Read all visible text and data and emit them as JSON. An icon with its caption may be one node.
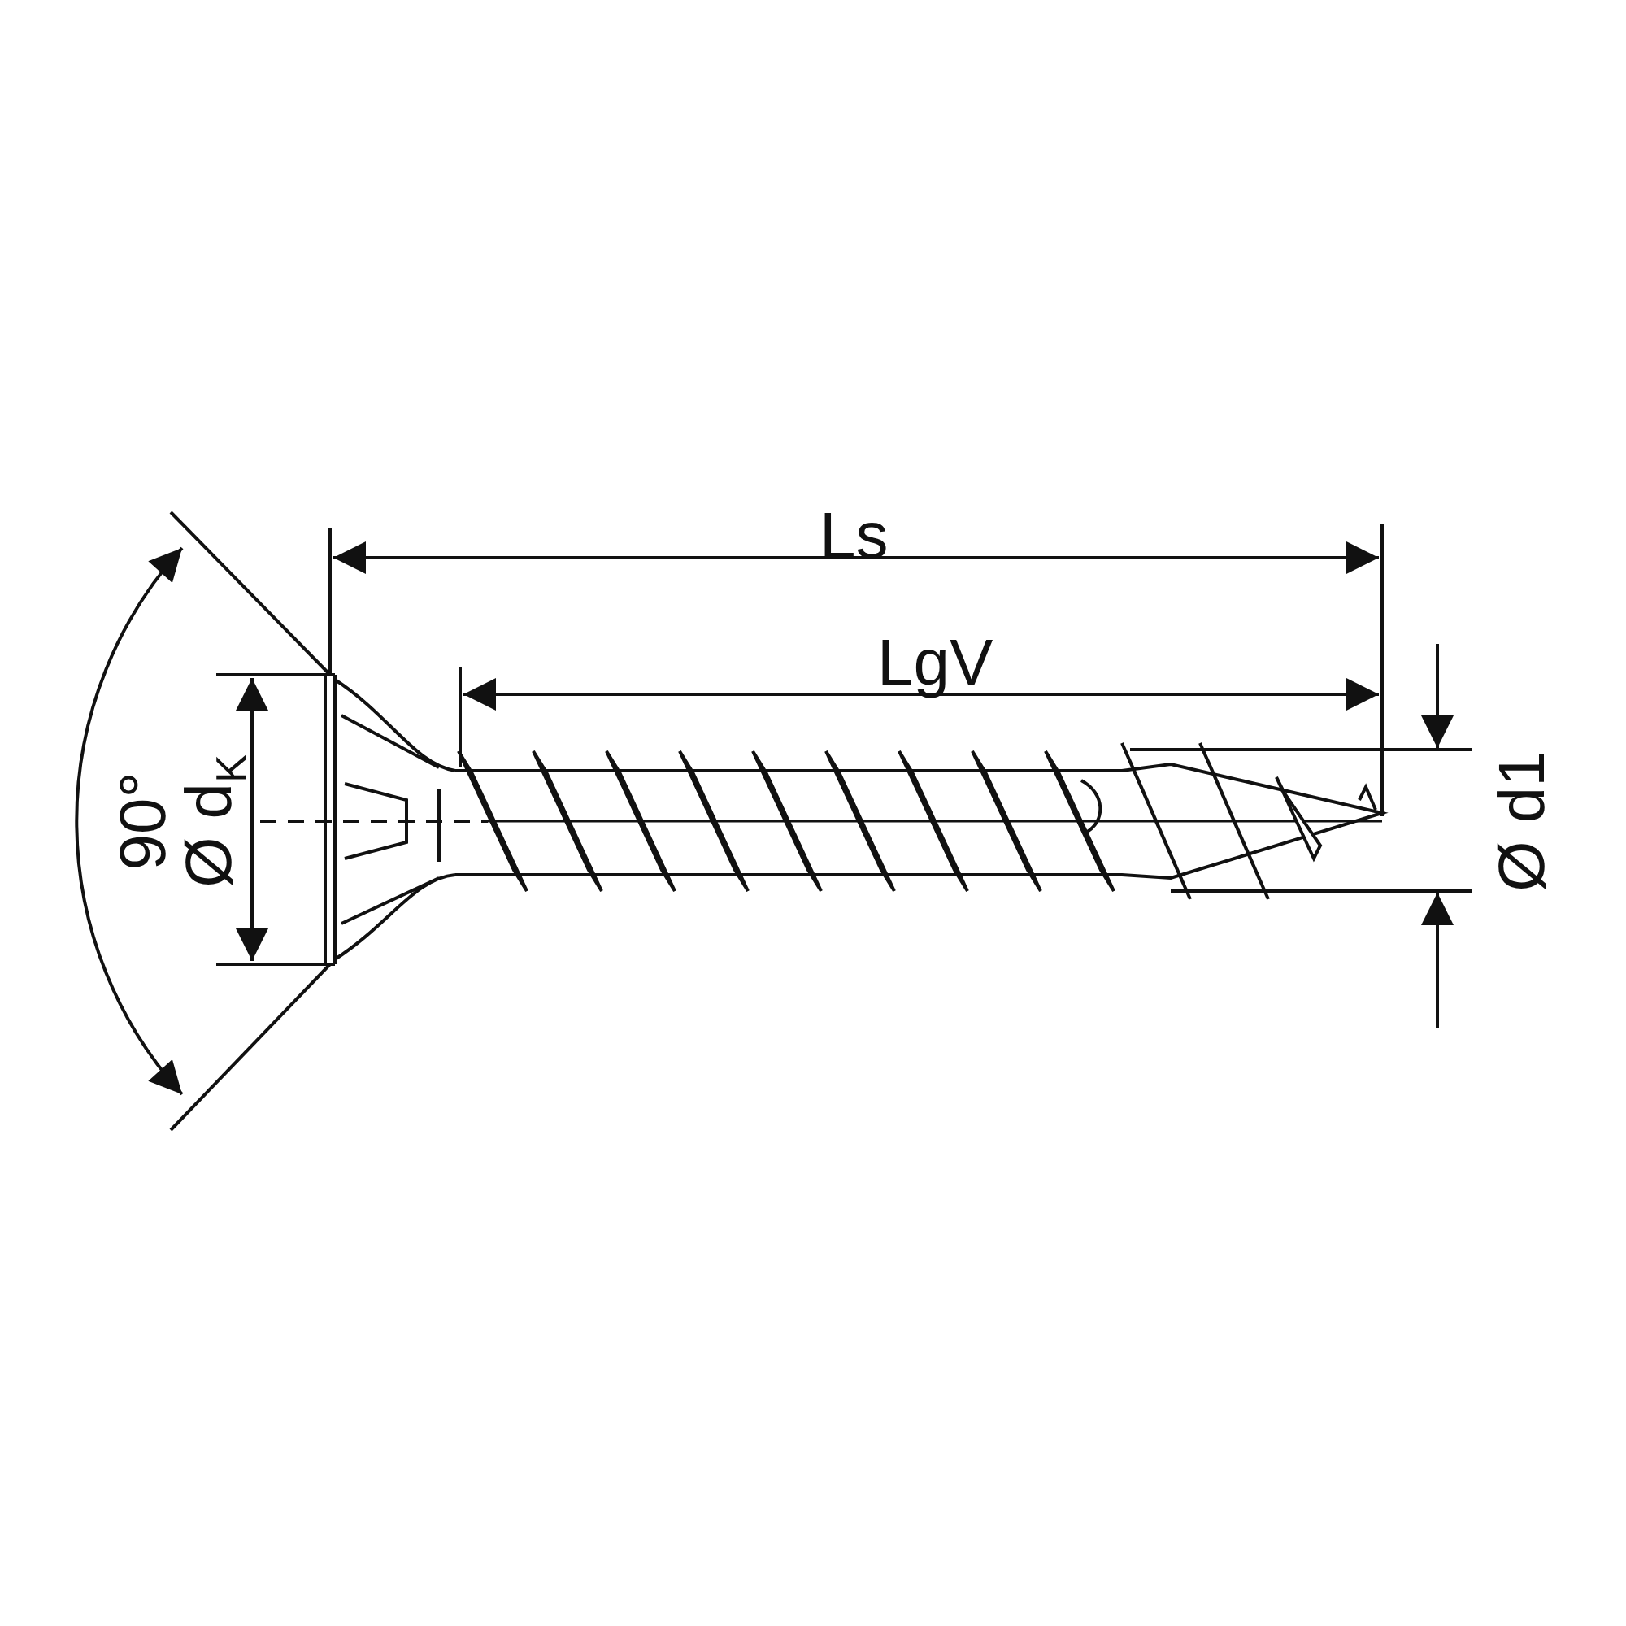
{
  "diagram": {
    "labels": [
      "Ls",
      "LgV",
      "90°",
      "Ø d$_{K}$",
      "Ø d1"
    ]
  }
}
